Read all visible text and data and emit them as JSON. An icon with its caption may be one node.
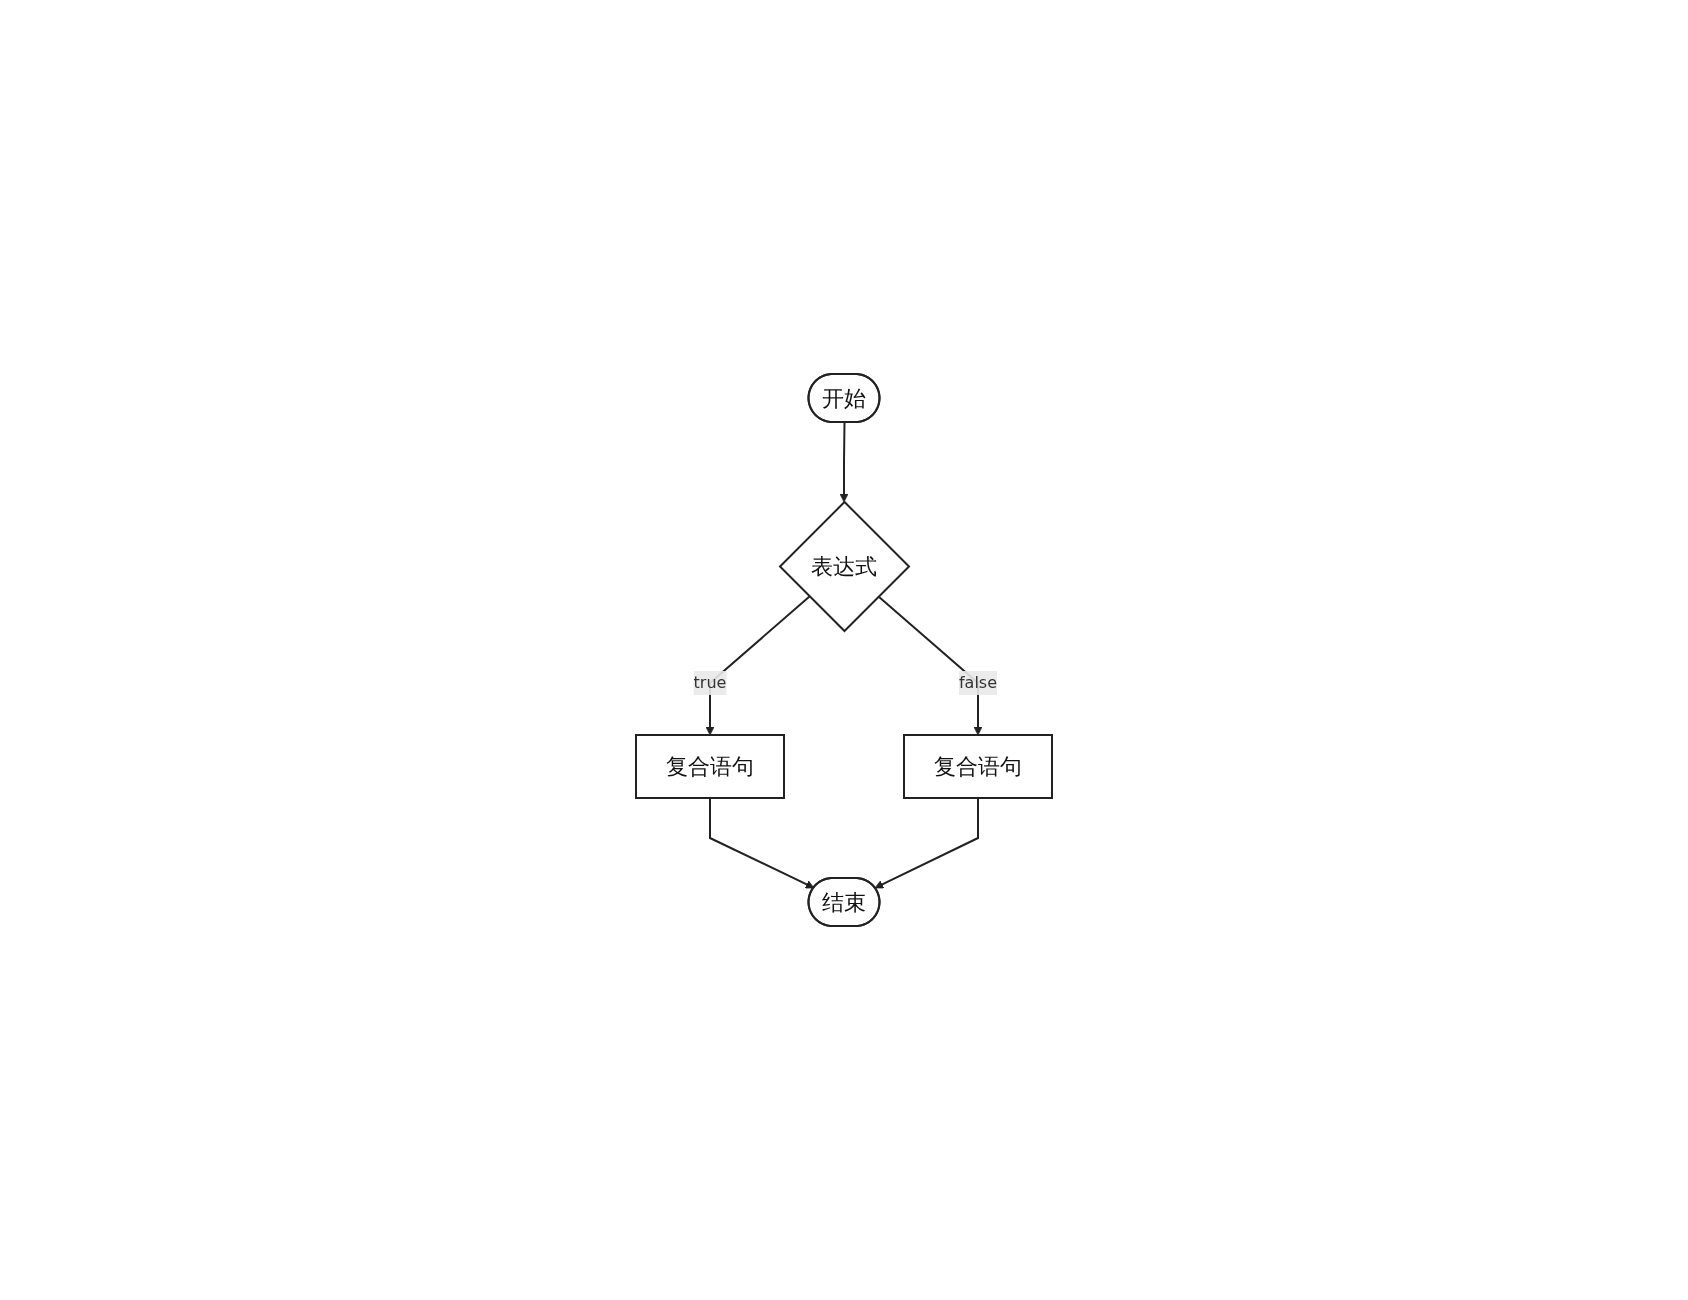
{
  "diagram": {
    "nodes": [
      {
        "text": [
          "开始"
        ]
      },
      {
        "text": [
          "表达式"
        ]
      },
      {
        "text": [
          "复合语句"
        ]
      },
      {
        "text": [
          "复合语句"
        ]
      },
      {
        "text": [
          "结束"
        ]
      }
    ],
    "edges": [
      {
        "from": 0,
        "to": 1,
        "arrow": "to"
      },
      {
        "from": 1,
        "to": 2,
        "arrow": "to",
        "label": "true"
      },
      {
        "from": 1,
        "to": 3,
        "arrow": "to",
        "label": "false"
      },
      {
        "from": 2,
        "to": 4,
        "arrow": "to"
      },
      {
        "from": 3,
        "to": 4,
        "arrow": "to"
      }
    ]
  }
}
